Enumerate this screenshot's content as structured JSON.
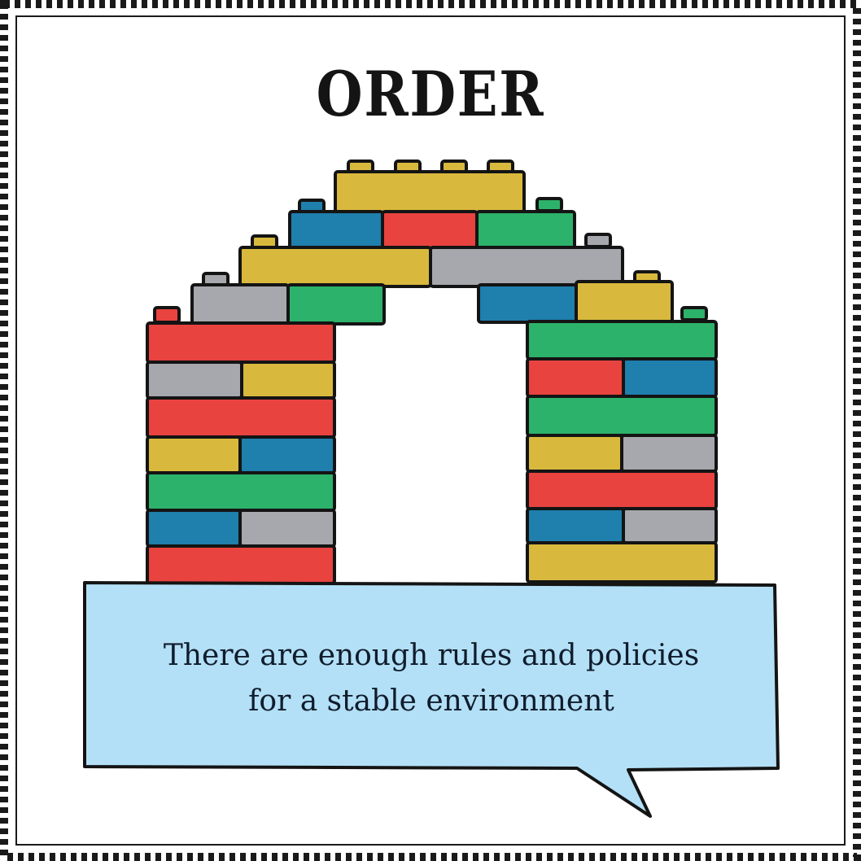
{
  "title": "ORDER",
  "caption": {
    "line1": "There are enough rules and policies",
    "line2": "for a stable environment"
  },
  "colors": {
    "yellow": "#d9b93d",
    "blue": "#1f7fad",
    "red": "#e8433f",
    "green": "#2cb26a",
    "gray": "#a6a8ad",
    "bubble": "#b3e0f6",
    "outline": "#141414"
  }
}
